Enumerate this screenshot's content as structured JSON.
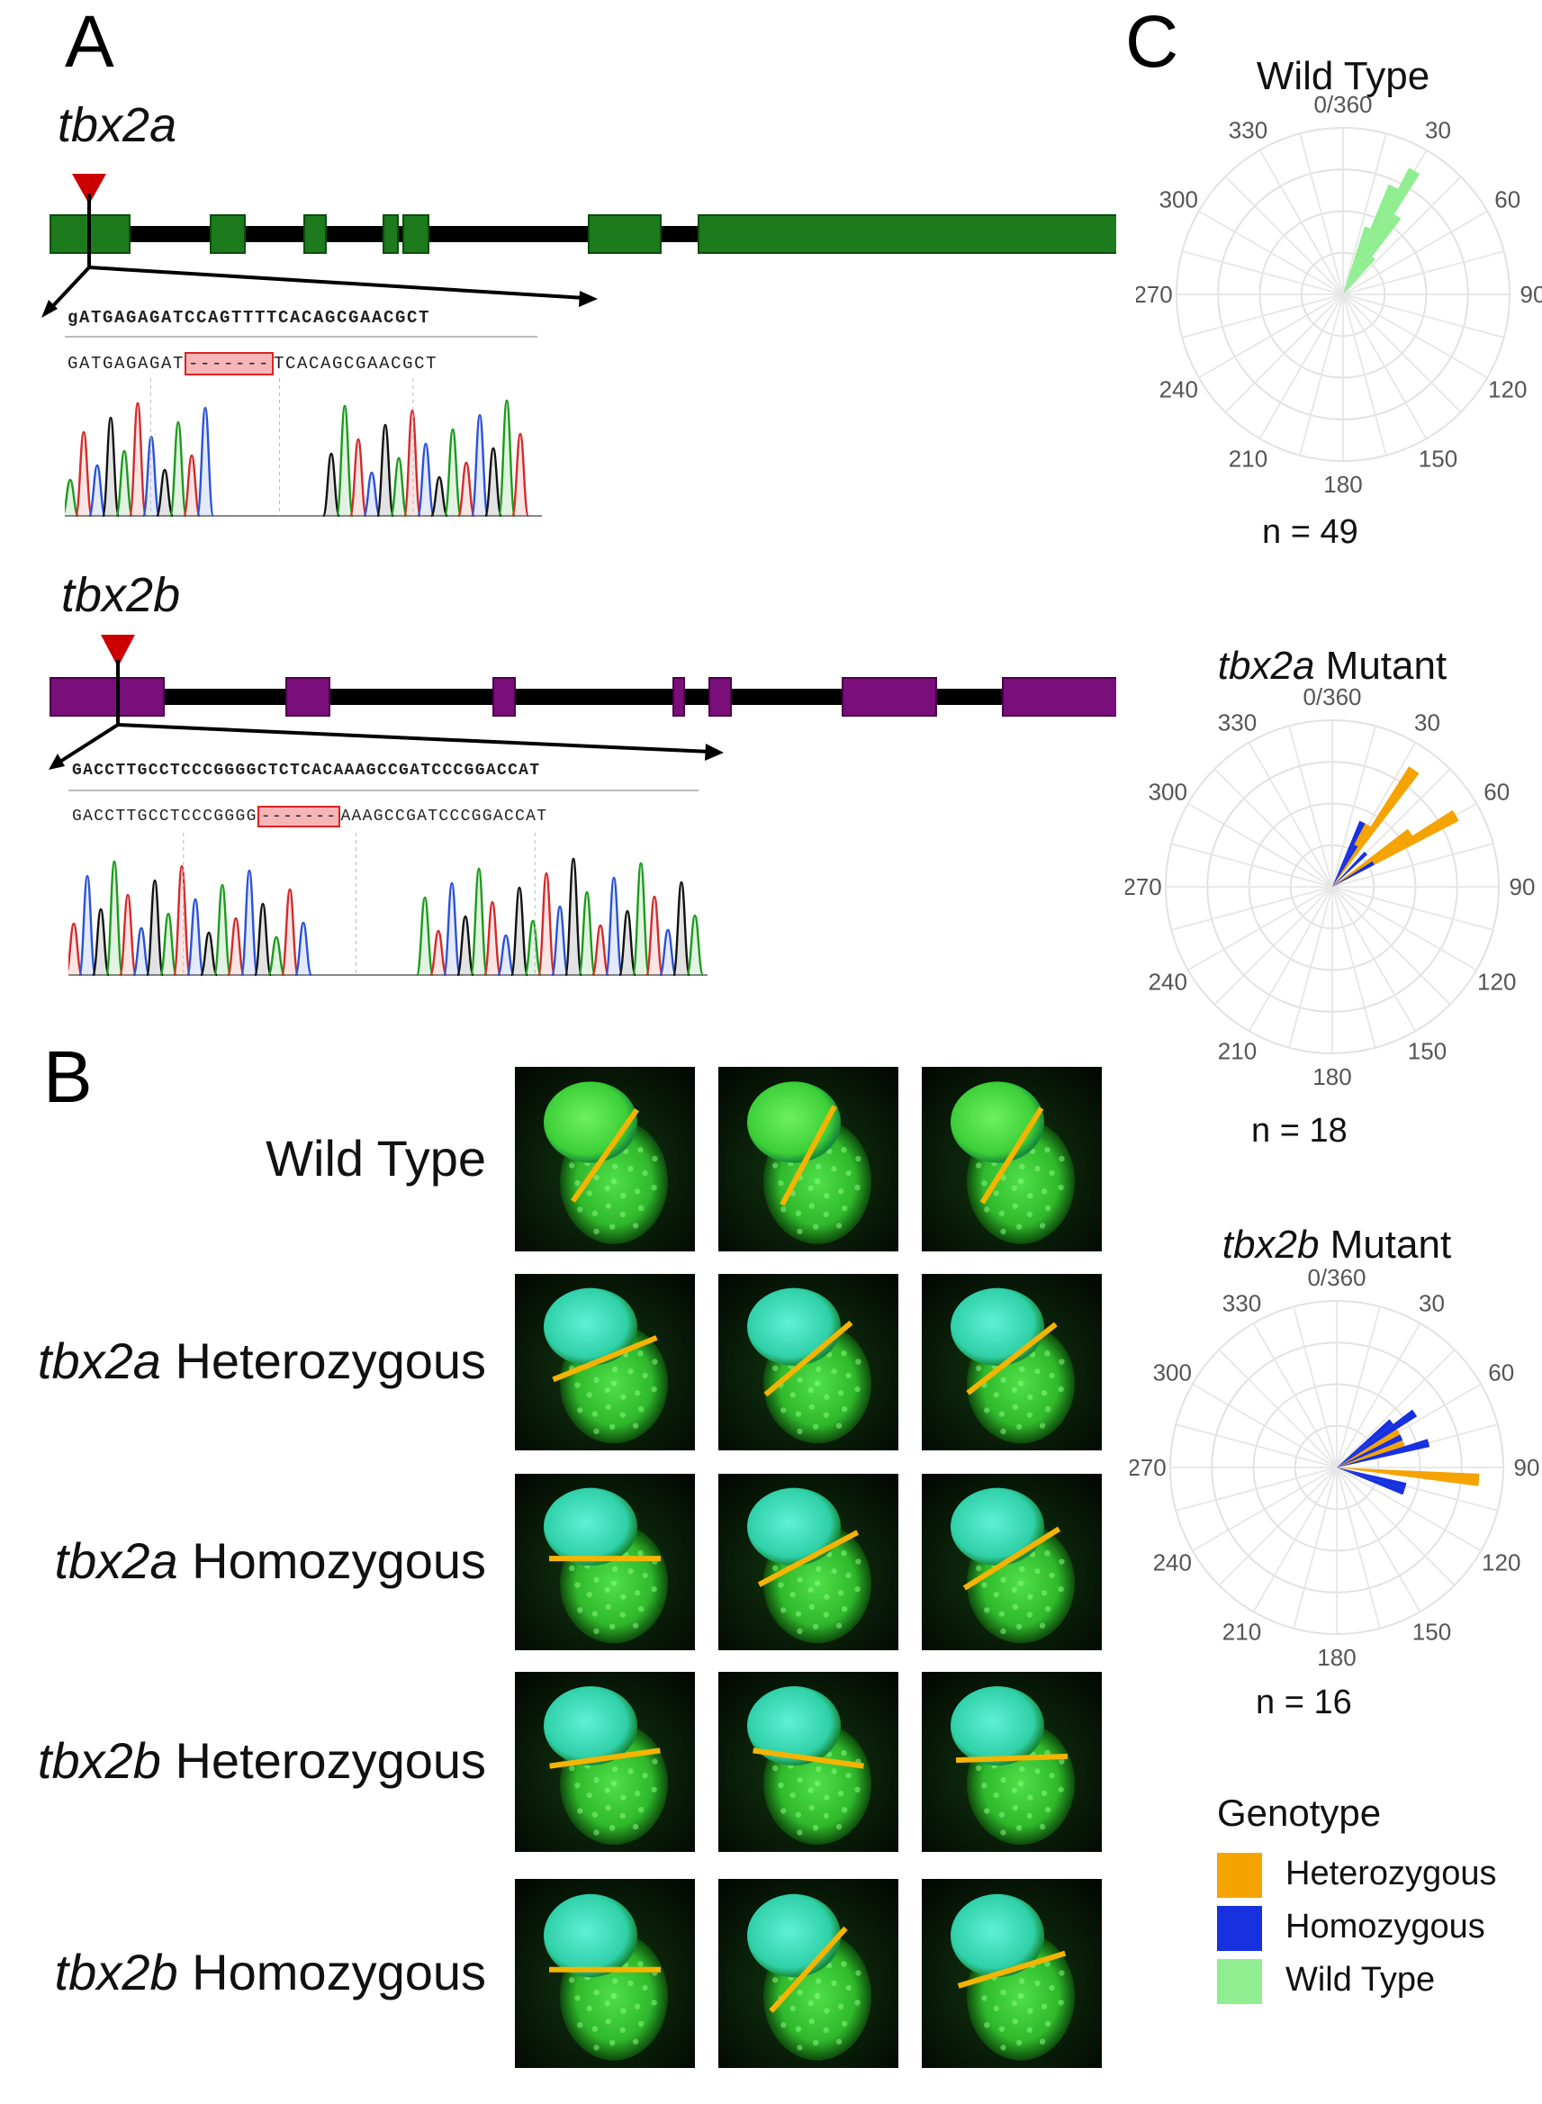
{
  "panels": {
    "a": "A",
    "b": "B",
    "c": "C"
  },
  "panelA": {
    "genes": [
      {
        "name": "tbx2a",
        "color": "#1d7a1d",
        "ref_seq": "gATGAGAGATCCAGTTTTCACAGCGAACGCT",
        "mut_left": "GATGAGAGAT",
        "mut_gap": "-------",
        "mut_right": "TCACAGCGAACGCT"
      },
      {
        "name": "tbx2b",
        "color": "#7a0e7a",
        "ref_seq": "GACCTTGCCTCCCGGGGCTCTCACAAAGCCGATCCCGGACCAT",
        "mut_left": "GACCTTGCCTCCCGGGG",
        "mut_gap": "-------",
        "mut_right": "AAAGCCGATCCCGGACCAT"
      }
    ]
  },
  "panelB": {
    "rows": [
      {
        "italic": "",
        "rest": "Wild Type",
        "angles": [
          35,
          28,
          32
        ]
      },
      {
        "italic": "tbx2a",
        "rest": " Heterozygous",
        "angles": [
          68,
          50,
          52
        ]
      },
      {
        "italic": "tbx2a",
        "rest": " Homozygous",
        "angles": [
          90,
          62,
          58
        ]
      },
      {
        "italic": "tbx2b",
        "rest": " Heterozygous",
        "angles": [
          82,
          98,
          88
        ]
      },
      {
        "italic": "tbx2b",
        "rest": " Homozygous",
        "angles": [
          90,
          42,
          73
        ]
      }
    ],
    "line_color": "#f5b400"
  },
  "panelC": {
    "charts": [
      {
        "title_italic": "",
        "title_rest": "Wild Type",
        "n": "n = 49"
      },
      {
        "title_italic": "tbx2a",
        "title_rest": " Mutant",
        "n": "n = 18"
      },
      {
        "title_italic": "tbx2b",
        "title_rest": " Mutant",
        "n": "n = 16"
      }
    ],
    "tick_labels": [
      "0/360",
      "30",
      "60",
      "90",
      "120",
      "150",
      "180",
      "210",
      "240",
      "270",
      "300",
      "330"
    ],
    "legend": {
      "title": "Genotype",
      "items": [
        {
          "label": "Heterozygous",
          "color": "#f5a300"
        },
        {
          "label": "Homozygous",
          "color": "#1730e0"
        },
        {
          "label": "Wild Type",
          "color": "#90ee90"
        }
      ]
    }
  },
  "chart_data": [
    {
      "type": "polar-histogram",
      "title": "Wild Type",
      "annotation": "n = 49",
      "series": [
        {
          "name": "Wild Type",
          "bars": [
            {
              "angle": 20,
              "count": 3
            },
            {
              "angle": 25,
              "count": 5
            },
            {
              "angle": 30,
              "count": 6
            },
            {
              "angle": 35,
              "count": 4
            },
            {
              "angle": 40,
              "count": 2
            }
          ]
        }
      ]
    },
    {
      "type": "polar-histogram",
      "title": "tbx2a Mutant",
      "annotation": "n = 18",
      "series": [
        {
          "name": "Heterozygous",
          "bars": [
            {
              "angle": 30,
              "count": 3
            },
            {
              "angle": 35,
              "count": 6
            },
            {
              "angle": 45,
              "count": 2
            },
            {
              "angle": 55,
              "count": 4
            },
            {
              "angle": 60,
              "count": 6
            }
          ]
        },
        {
          "name": "Homozygous",
          "bars": [
            {
              "angle": 25,
              "count": 3
            },
            {
              "angle": 30,
              "count": 2
            },
            {
              "angle": 45,
              "count": 2
            },
            {
              "angle": 60,
              "count": 2
            }
          ]
        }
      ]
    },
    {
      "type": "polar-histogram",
      "title": "tbx2b Mutant",
      "annotation": "n = 16",
      "series": [
        {
          "name": "Heterozygous",
          "bars": [
            {
              "angle": 60,
              "count": 3
            },
            {
              "angle": 70,
              "count": 3
            },
            {
              "angle": 95,
              "count": 6
            }
          ]
        },
        {
          "name": "Homozygous",
          "bars": [
            {
              "angle": 50,
              "count": 3
            },
            {
              "angle": 55,
              "count": 4
            },
            {
              "angle": 65,
              "count": 3
            },
            {
              "angle": 75,
              "count": 4
            },
            {
              "angle": 105,
              "count": 3
            },
            {
              "angle": 110,
              "count": 3
            }
          ]
        }
      ]
    }
  ]
}
